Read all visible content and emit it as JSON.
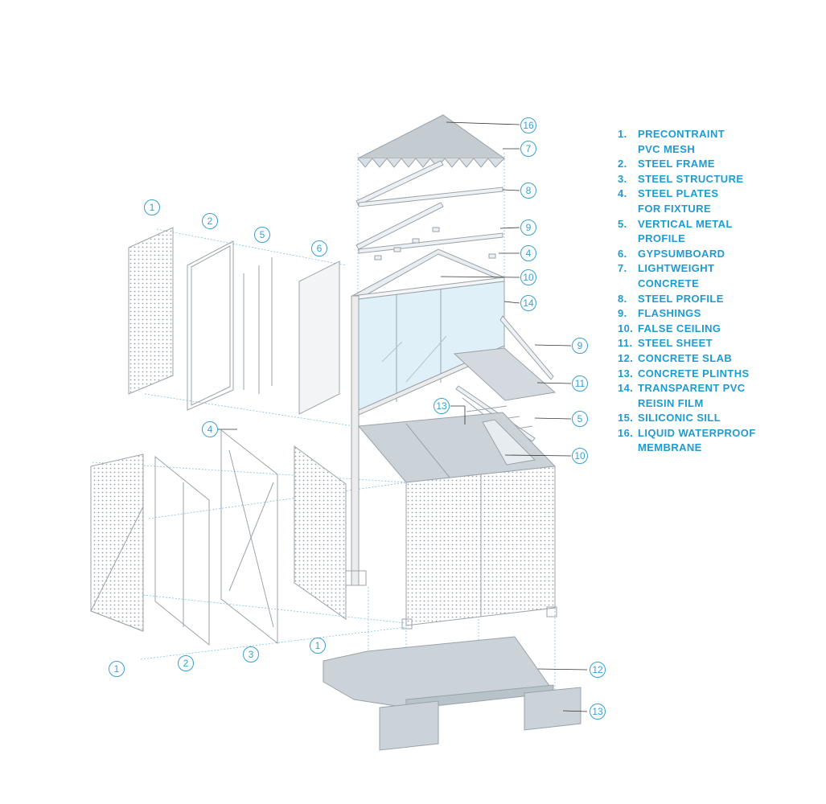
{
  "legend": [
    {
      "num": "1.",
      "text": "PRECONTRAINT\nPVC MESH"
    },
    {
      "num": "2.",
      "text": "STEEL FRAME"
    },
    {
      "num": "3.",
      "text": "STEEL STRUCTURE"
    },
    {
      "num": "4.",
      "text": "STEEL PLATES\nFOR FIXTURE"
    },
    {
      "num": "5.",
      "text": "VERTICAL METAL\nPROFILE"
    },
    {
      "num": "6.",
      "text": "GYPSUMBOARD"
    },
    {
      "num": "7.",
      "text": "LIGHTWEIGHT\nCONCRETE"
    },
    {
      "num": "8.",
      "text": "STEEL PROFILE"
    },
    {
      "num": "9.",
      "text": "FLASHINGS"
    },
    {
      "num": "10.",
      "text": "FALSE CEILING"
    },
    {
      "num": "11.",
      "text": "STEEL SHEET"
    },
    {
      "num": "12.",
      "text": "CONCRETE SLAB"
    },
    {
      "num": "13.",
      "text": "CONCRETE PLINTHS"
    },
    {
      "num": "14.",
      "text": "TRANSPARENT PVC\nREISIN FILM"
    },
    {
      "num": "15.",
      "text": "SILICONIC SILL"
    },
    {
      "num": "16.",
      "text": "LIQUID WATERPROOF\nMEMBRANE"
    }
  ],
  "callouts": [
    "16",
    "7",
    "8",
    "9",
    "4",
    "10",
    "14",
    "9",
    "11",
    "5",
    "10",
    "13",
    "12",
    "13",
    "1",
    "2",
    "5",
    "6",
    "4",
    "1",
    "2",
    "3",
    "1"
  ],
  "colors": {
    "accent": "#1f9bd0",
    "callout": "#3aa0d2",
    "line": "#9aa3ab",
    "concrete": "#cbd3d9",
    "glass": "#dff0f9"
  }
}
